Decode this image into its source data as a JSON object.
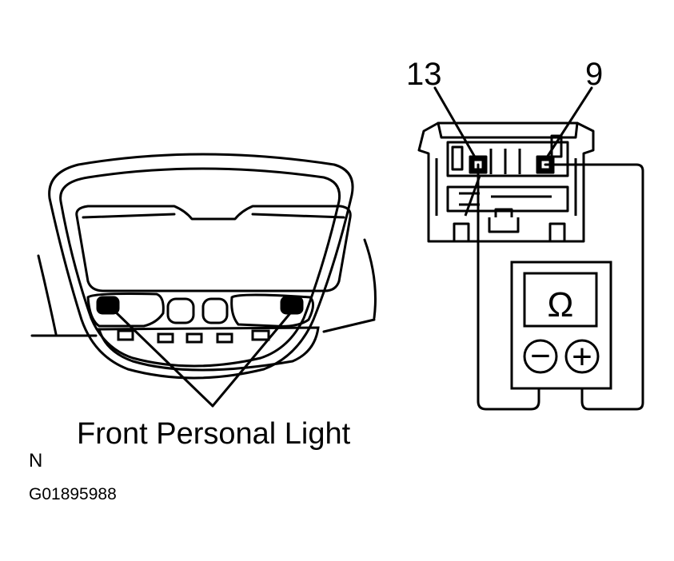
{
  "labels": {
    "pin_left": "13",
    "pin_right": "9",
    "caption": "Front Personal Light",
    "view_letter": "N",
    "figure_code": "G01895988"
  },
  "meter": {
    "unit_symbol": "Ω",
    "negative_symbol": "−",
    "positive_symbol": "+"
  },
  "colors": {
    "ink": "#000000",
    "paper": "#ffffff"
  }
}
